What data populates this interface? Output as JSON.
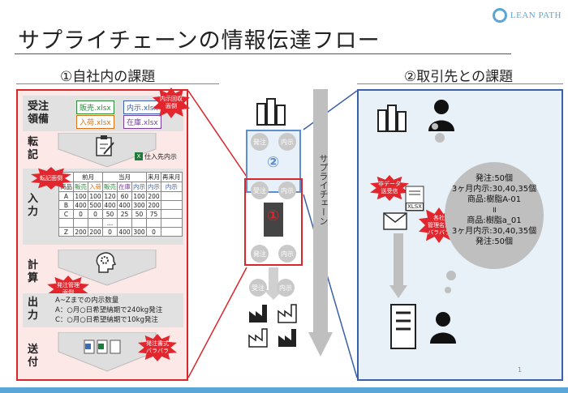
{
  "title": "サプライチェーンの情報伝達フロー",
  "logo": {
    "text": "LEAN PATH"
  },
  "left_section": {
    "heading": "①自社内の課題",
    "rows": {
      "prepare": {
        "label_a": "受注",
        "label_b": "領備",
        "files": [
          "販売.xlsx",
          "内示.xlsx",
          "入荷.xlsx",
          "在庫.xlsx"
        ],
        "burst": "内示回収\n面倒"
      },
      "transfer": {
        "label": "転記",
        "file_label": "仕入先内示"
      },
      "input": {
        "label": "入力",
        "burst": "転記面倒",
        "header1": [
          "",
          "前月",
          "",
          "当月",
          "",
          "",
          "来月",
          "再来月"
        ],
        "header2": [
          "商品",
          "販売",
          "入荷",
          "販売",
          "在庫",
          "内示",
          "内示",
          "内示"
        ],
        "rows": [
          [
            "A",
            "100",
            "100",
            "120",
            "60",
            "100",
            "200"
          ],
          [
            "B",
            "400",
            "500",
            "400",
            "400",
            "300",
            "200"
          ],
          [
            "C",
            "0",
            "0",
            "50",
            "25",
            "50",
            "75"
          ],
          [
            "",
            "",
            "",
            "…",
            "",
            "",
            ""
          ],
          [
            "Z",
            "200",
            "200",
            "0",
            "400",
            "300",
            "0"
          ]
        ]
      },
      "calc": {
        "label": "計算",
        "burst": "発注管理\n面倒"
      },
      "output": {
        "label": "出力",
        "lines": [
          "A~Zまでの内示数量",
          "A：○月○日希望納期で240kg発注",
          "C：○月○日希望納期で10kg発注"
        ]
      },
      "send": {
        "label": "送付",
        "burst": "発注書式\nバラバラ"
      }
    }
  },
  "middle": {
    "tags_top": [
      "発注",
      "内示"
    ],
    "tags_mid": [
      "受注",
      "内示"
    ],
    "tags_bottom": [
      "発注",
      "内示"
    ],
    "tags_low": [
      "受注",
      "内示"
    ],
    "num_2": "②",
    "num_1": "①",
    "arrow_label": "サプライチェーン"
  },
  "right_section": {
    "heading": "②取引先との課題",
    "burst1": "非データ\n送受信",
    "burst2": "各社\n管理名が\nバラバラ",
    "xlsx": "XLSX",
    "cloud_lines": [
      "発注:50個",
      "3ヶ月内示:30,40,35個",
      "商品:樹脂A-01",
      "॥",
      "商品:樹脂a_01",
      "3ヶ月内示:30,40,35個",
      "発注:50個"
    ]
  },
  "page_number": "1",
  "colors": {
    "red": "#d8262b",
    "blue": "#3b5fa8",
    "green": "#2e8b3c",
    "purple": "#7b3fa0",
    "orange": "#d9721b"
  }
}
